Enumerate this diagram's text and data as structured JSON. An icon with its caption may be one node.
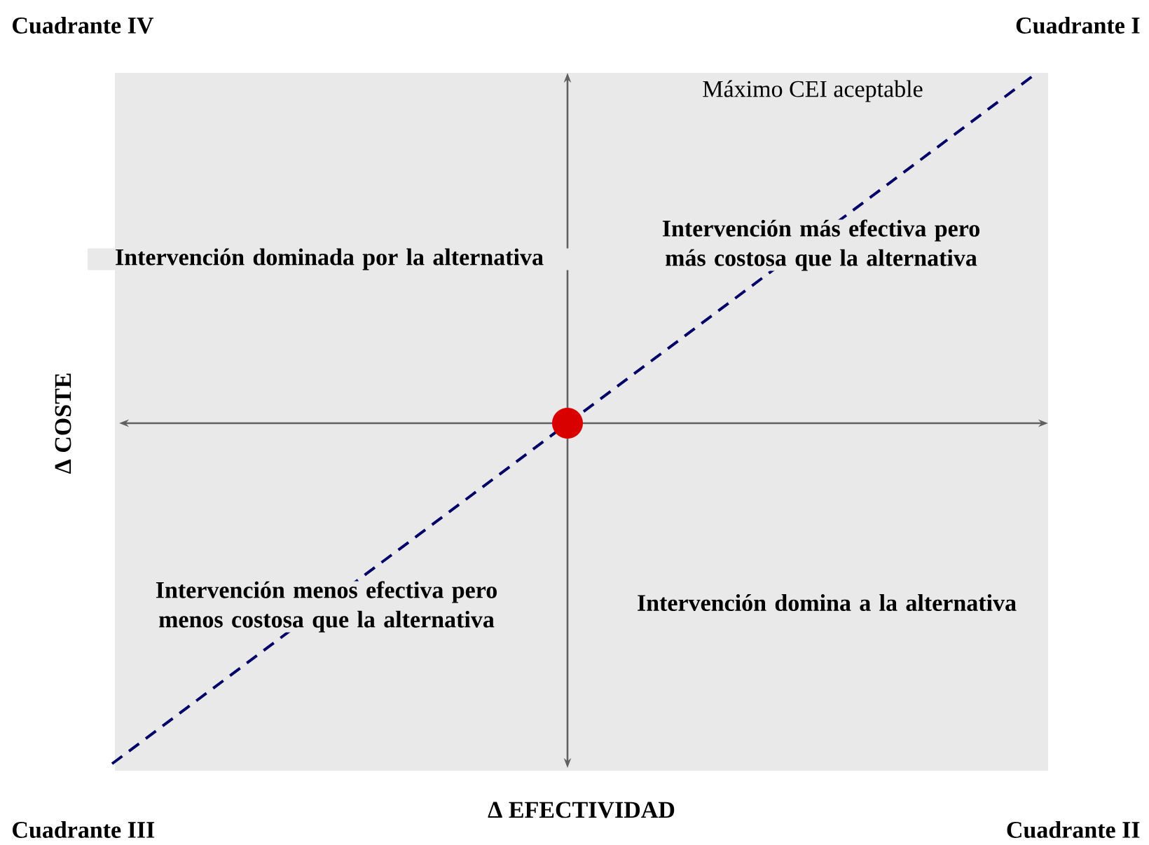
{
  "diagram": {
    "labels": [
      "Cuadrante IV",
      "Cuadrante I",
      "Máximo CEI aceptable",
      "Intervención dominada por la alternativa",
      "Intervención más efectiva pero más costosa que la alternativa",
      "Δ COSTE",
      "Intervención menos efectiva pero menos costosa que la alternativa",
      "Intervención domina a la alternativa",
      "Δ EFECTIVIDAD",
      "Cuadrante III",
      "Cuadrante II"
    ]
  }
}
